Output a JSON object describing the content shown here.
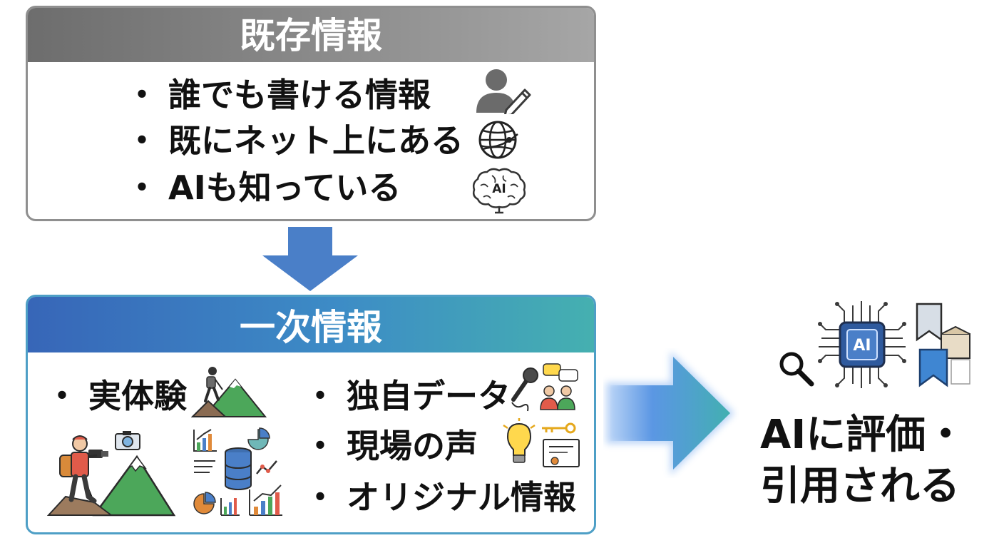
{
  "existing_info": {
    "title": "既存情報",
    "items": [
      "誰でも書ける情報",
      "既にネット上にある",
      "AIも知っている"
    ],
    "icons": [
      "person-pen-icon",
      "globe-icon",
      "ai-brain-icon"
    ],
    "brain_label": "AI"
  },
  "primary_info": {
    "title": "一次情報",
    "left_items": [
      "実体験"
    ],
    "right_items": [
      "独自データ",
      "現場の声",
      "オリジナル情報"
    ],
    "icons": [
      "hiker-mountain-icon",
      "photographer-mountain-icon",
      "data-charts-icon",
      "microphone-people-icon",
      "lightbulb-key-certificate-icon"
    ]
  },
  "result": {
    "line1": "AIに評価・",
    "line2": "引用される",
    "chip_label": "AI",
    "icons": [
      "magnifier-icon",
      "ai-chip-icon",
      "bookmark-icon"
    ]
  },
  "bullet_symbol": "・",
  "colors": {
    "gray_header": "#8a8a8a",
    "blue_header": "#3766b8",
    "teal": "#45b0b0",
    "arrow_blue": "#4a7fc8"
  }
}
